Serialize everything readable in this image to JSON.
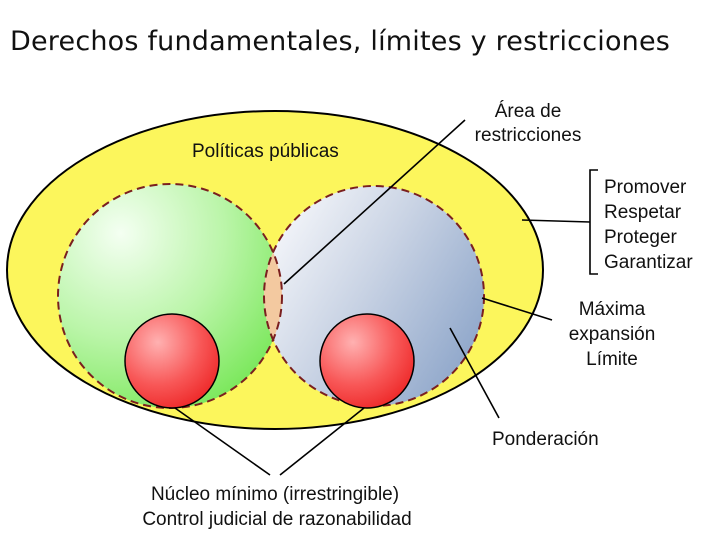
{
  "title": "Derechos fundamentales, límites y restricciones",
  "labels": {
    "politicas": "Políticas públicas",
    "area_line1": "Área de",
    "area_line2": "restricciones",
    "promover": "Promover",
    "respetar": "Respetar",
    "proteger": "Proteger",
    "garantizar": "Garantizar",
    "maxima": "Máxima",
    "expansion": "expansión",
    "limite": "Límite",
    "ponderacion": "Ponderación",
    "nucleo": "Núcleo mínimo (irrestringible)",
    "control": "Control judicial de razonabilidad"
  },
  "colors": {
    "outer_fill": "#fcf65c",
    "left_circle_light": "#f4fff2",
    "left_circle_dark": "#7de85e",
    "right_circle_light": "#f7f8fb",
    "right_circle_dark": "#8aa3c8",
    "intersection": "#f3c9a0",
    "core_light": "#ffb1b1",
    "core_dark": "#ee2a2a",
    "dashed_outline": "#7a1f1f"
  }
}
